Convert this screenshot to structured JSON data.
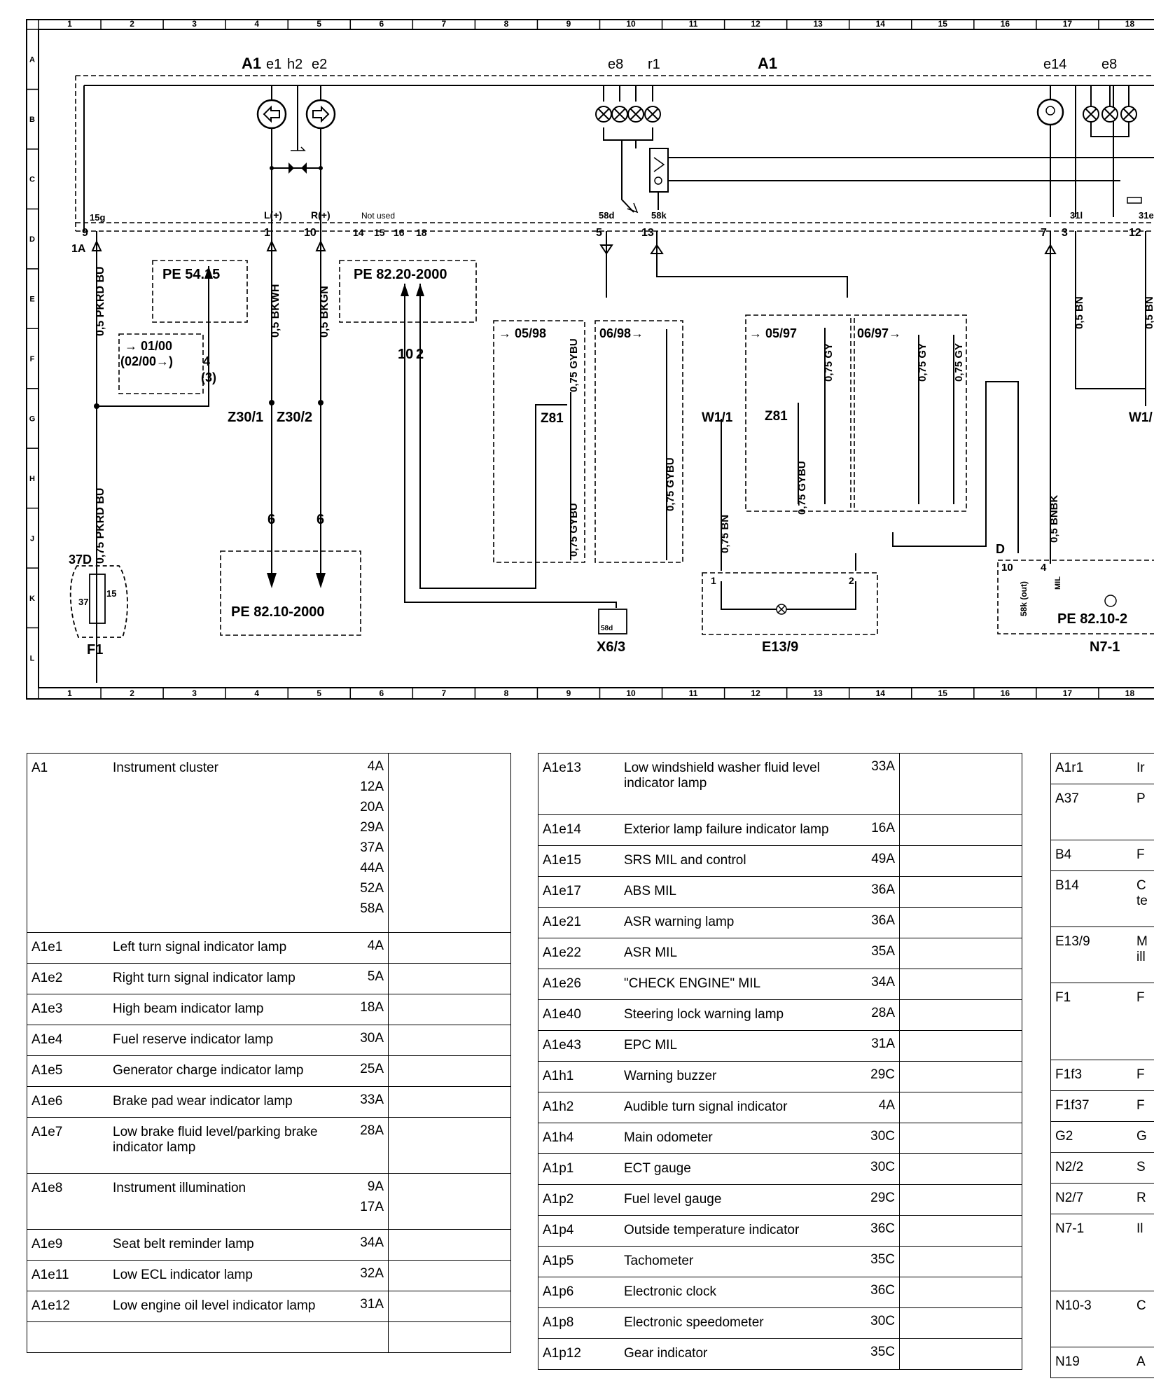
{
  "frame": {
    "column_numbers": [
      "1",
      "2",
      "3",
      "4",
      "5",
      "6",
      "7",
      "8",
      "9",
      "10",
      "11",
      "12",
      "13",
      "14",
      "15",
      "16",
      "17",
      "18"
    ],
    "row_letters": [
      "A",
      "B",
      "C",
      "D",
      "E",
      "F",
      "G",
      "H",
      "J",
      "K",
      "L"
    ]
  },
  "diagram": {
    "top": {
      "a1_left": "A1",
      "e1": "e1",
      "h2": "h2",
      "e2": "e2",
      "e8_mid": "e8",
      "r1": "r1",
      "a1_mid": "A1",
      "e14": "e14",
      "e8_right": "e8"
    },
    "pins": {
      "p15g": "15g",
      "p9": "9",
      "pL": "L(+)",
      "p1": "1",
      "pR": "R(+)",
      "p10": "10",
      "not_used": "Not used",
      "p14": "14",
      "p15": "15",
      "p16": "16",
      "p18": "18",
      "p58d": "58d",
      "p5": "5",
      "p58k": "58k",
      "p13": "13",
      "p7": "7",
      "p3": "3",
      "p31l": "31l",
      "p31e": "31e",
      "p12": "12",
      "p1a": "1A"
    },
    "refs": {
      "pe5415": "PE 54.15",
      "pe8220": "PE 82.20-2000",
      "pe8210": "PE 82.10-2000",
      "pe8210r": "PE 82.10-2"
    },
    "wires": {
      "pkrd_top": "0,5 PKRD BU",
      "pkrd_bottom": "0,75 PKRD BU",
      "bkwh": "0,5 BKWH",
      "bkgn": "0,5 BKGN",
      "gybu1": "0,75 GYBU",
      "gybu2": "0,75 GYBU",
      "gybu3": "0,75 GYBU",
      "gybu4": "0,75 GYBU",
      "gy1": "0,75 GY",
      "gy2": "0,75 GY",
      "gy3": "0,75 GY",
      "bn075": "0,75 BN",
      "bn05a": "0,5 BN",
      "bn05b": "0,5 BN",
      "bnbk": "0,5 BNBK"
    },
    "labels": {
      "date1": "→ 01/00",
      "date2": "(02/00→)",
      "n4": "4",
      "n3": "(3)",
      "z30_1": "Z30/1",
      "z30_2": "Z30/2",
      "six1": "6",
      "six2": "6",
      "ten": "10",
      "two": "2",
      "d0598": "→ 05/98",
      "d0698": "06/98→",
      "d0597": "→ 05/97",
      "d0697": "06/97→",
      "z81a": "Z81",
      "z81b": "Z81",
      "w1_1": "W1/1",
      "w1_r": "W1/",
      "x6_3": "X6/3",
      "x6_pin": "58d",
      "e13_9": "E13/9",
      "e13_p1": "1",
      "e13_p2": "2",
      "f1": "F1",
      "f1_37d": "37D",
      "f1_37": "37",
      "f1_15": "15",
      "n7_1": "N7-1",
      "n7_d": "D",
      "n7_10": "10",
      "n7_4": "4",
      "n7_58k": "58k (out)",
      "n7_mil": "MIL"
    }
  },
  "tables": {
    "left": [
      {
        "code": "A1",
        "desc": "Instrument cluster",
        "loc": "4A\n12A\n20A\n29A\n37A\n44A\n52A\n58A"
      },
      {
        "code": "A1e1",
        "desc": "Left turn signal indicator lamp",
        "loc": "4A"
      },
      {
        "code": "A1e2",
        "desc": "Right turn signal indicator lamp",
        "loc": "5A"
      },
      {
        "code": "A1e3",
        "desc": "High beam indicator lamp",
        "loc": "18A"
      },
      {
        "code": "A1e4",
        "desc": "Fuel reserve indicator lamp",
        "loc": "30A"
      },
      {
        "code": "A1e5",
        "desc": "Generator charge indicator lamp",
        "loc": "25A"
      },
      {
        "code": "A1e6",
        "desc": "Brake pad wear indicator lamp",
        "loc": "33A"
      },
      {
        "code": "A1e7",
        "desc": "Low brake fluid level/parking brake indicator lamp",
        "loc": "28A"
      },
      {
        "code": "A1e8",
        "desc": "Instrument illumination",
        "loc": "9A\n17A"
      },
      {
        "code": "A1e9",
        "desc": "Seat belt reminder lamp",
        "loc": "34A"
      },
      {
        "code": "A1e11",
        "desc": "Low ECL indicator lamp",
        "loc": "32A"
      },
      {
        "code": "A1e12",
        "desc": "Low engine oil level indicator lamp",
        "loc": "31A"
      },
      {
        "code": "",
        "desc": "",
        "loc": ""
      }
    ],
    "middle": [
      {
        "code": "A1e13",
        "desc": "Low windshield washer fluid level indicator lamp",
        "loc": "33A"
      },
      {
        "code": "A1e14",
        "desc": "Exterior lamp failure indicator lamp",
        "loc": "16A"
      },
      {
        "code": "A1e15",
        "desc": "SRS MIL and control",
        "loc": "49A"
      },
      {
        "code": "A1e17",
        "desc": "ABS MIL",
        "loc": "36A"
      },
      {
        "code": "A1e21",
        "desc": "ASR warning lamp",
        "loc": "36A"
      },
      {
        "code": "A1e22",
        "desc": "ASR MIL",
        "loc": "35A"
      },
      {
        "code": "A1e26",
        "desc": "\"CHECK ENGINE\" MIL",
        "loc": "34A"
      },
      {
        "code": "A1e40",
        "desc": "Steering lock warning lamp",
        "loc": "28A"
      },
      {
        "code": "A1e43",
        "desc": "EPC MIL",
        "loc": "31A"
      },
      {
        "code": "A1h1",
        "desc": "Warning buzzer",
        "loc": "29C"
      },
      {
        "code": "A1h2",
        "desc": "Audible turn signal indicator",
        "loc": "4A"
      },
      {
        "code": "A1h4",
        "desc": "Main odometer",
        "loc": "30C"
      },
      {
        "code": "A1p1",
        "desc": "ECT gauge",
        "loc": "30C"
      },
      {
        "code": "A1p2",
        "desc": "Fuel level gauge",
        "loc": "29C"
      },
      {
        "code": "A1p4",
        "desc": "Outside temperature indicator",
        "loc": "36C"
      },
      {
        "code": "A1p5",
        "desc": "Tachometer",
        "loc": "35C"
      },
      {
        "code": "A1p6",
        "desc": "Electronic clock",
        "loc": "36C"
      },
      {
        "code": "A1p8",
        "desc": "Electronic speedometer",
        "loc": "30C"
      },
      {
        "code": "A1p12",
        "desc": "Gear indicator",
        "loc": "35C"
      }
    ],
    "right": [
      {
        "code": "A1r1",
        "desc": "Ir"
      },
      {
        "code": "A37",
        "desc": "P"
      },
      {
        "code": "B4",
        "desc": "F"
      },
      {
        "code": "B14",
        "desc": "C\nte"
      },
      {
        "code": "E13/9",
        "desc": "M\nill"
      },
      {
        "code": "F1",
        "desc": "F"
      },
      {
        "code": "F1f3",
        "desc": "F"
      },
      {
        "code": "F1f37",
        "desc": "F"
      },
      {
        "code": "G2",
        "desc": "G"
      },
      {
        "code": "N2/2",
        "desc": "S"
      },
      {
        "code": "N2/7",
        "desc": "R"
      },
      {
        "code": "N7-1",
        "desc": "Il"
      },
      {
        "code": "N10-3",
        "desc": "C"
      },
      {
        "code": "N19",
        "desc": "A"
      }
    ]
  }
}
